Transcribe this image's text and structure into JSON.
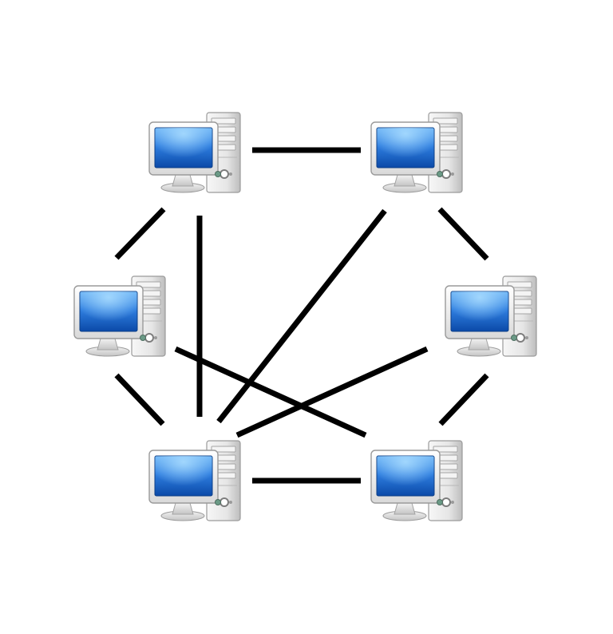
{
  "diagram": {
    "type": "partial-mesh-network",
    "background": "#ffffff",
    "link_color": "#000000",
    "screen_color": "#2f7fe0",
    "tower_color": "#e4e4e4",
    "node_icon": "desktop-computer-icon",
    "nodes": [
      {
        "id": "top-left"
      },
      {
        "id": "top-right"
      },
      {
        "id": "mid-left"
      },
      {
        "id": "mid-right"
      },
      {
        "id": "bottom-left"
      },
      {
        "id": "bottom-right"
      }
    ],
    "links": [
      {
        "from": "top-left",
        "to": "top-right"
      },
      {
        "from": "top-left",
        "to": "mid-left"
      },
      {
        "from": "top-left",
        "to": "bottom-left"
      },
      {
        "from": "top-right",
        "to": "mid-right"
      },
      {
        "from": "top-right",
        "to": "bottom-left"
      },
      {
        "from": "mid-left",
        "to": "bottom-left"
      },
      {
        "from": "mid-left",
        "to": "bottom-right"
      },
      {
        "from": "mid-right",
        "to": "bottom-left"
      },
      {
        "from": "mid-right",
        "to": "bottom-right"
      },
      {
        "from": "bottom-left",
        "to": "bottom-right"
      }
    ]
  }
}
